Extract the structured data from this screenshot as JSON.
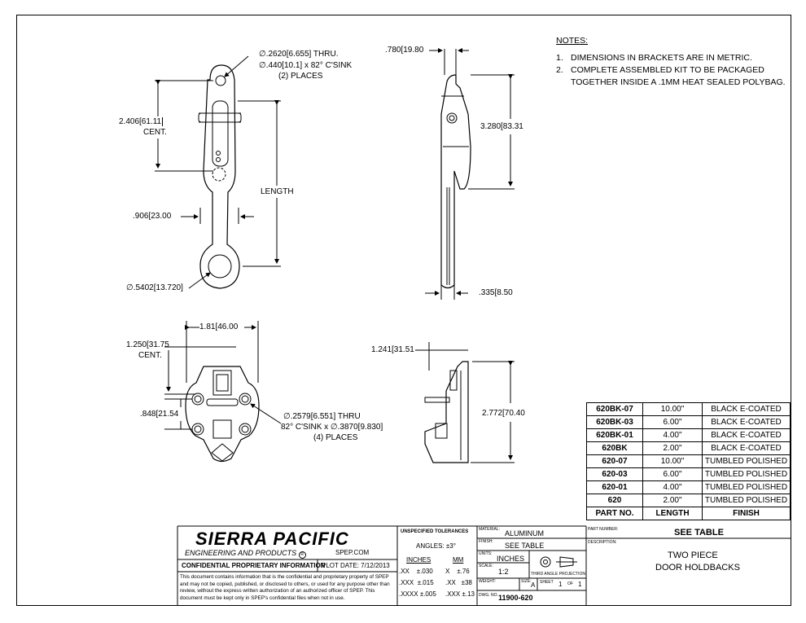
{
  "notes": {
    "heading": "NOTES:",
    "items": [
      {
        "num": "1.",
        "text": "DIMENSIONS IN BRACKETS ARE IN METRIC."
      },
      {
        "num": "2.",
        "text": "COMPLETE ASSEMBLED KIT TO BE PACKAGED"
      },
      {
        "num": "",
        "text": "TOGETHER INSIDE A .1MM HEAT SEALED POLYBAG."
      }
    ]
  },
  "dims": {
    "hole_dia": "∅.2620[6.655] THRU.",
    "csink": "∅.440[10.1] x 82° C'SINK",
    "places2": "(2) PLACES",
    "cent_2406": "2.406[61.11",
    "cent_label": "CENT.",
    "length": "LENGTH",
    "w906": ".906[23.00",
    "eye_dia": "∅.5402[13.720]",
    "d780": ".780[19.80",
    "d3280": "3.280[83.31",
    "d335": ".335[8.50",
    "d181": "1.81[46.00",
    "d1250": "1.250[31.75",
    "cent_label2": "CENT.",
    "d848": ".848[21.54",
    "hole4_a": "∅.2579[6.551] THRU",
    "hole4_b": "82° C'SINK  x  ∅.3870[9.830]",
    "places4": "(4) PLACES",
    "d1241": "1.241[31.51",
    "d2772": "2.772[70.40"
  },
  "parts_table": {
    "rows": [
      [
        "620BK-07",
        "10.00\"",
        "BLACK E-COATED"
      ],
      [
        "620BK-03",
        "6.00\"",
        "BLACK E-COATED"
      ],
      [
        "620BK-01",
        "4.00\"",
        "BLACK E-COATED"
      ],
      [
        "620BK",
        "2.00\"",
        "BLACK E-COATED"
      ],
      [
        "620-07",
        "10.00\"",
        "TUMBLED POLISHED"
      ],
      [
        "620-03",
        "6.00\"",
        "TUMBLED POLISHED"
      ],
      [
        "620-01",
        "4.00\"",
        "TUMBLED POLISHED"
      ],
      [
        "620",
        "2.00\"",
        "TUMBLED POLISHED"
      ]
    ],
    "header": [
      "PART NO.",
      "LENGTH",
      "FINISH"
    ]
  },
  "title_block": {
    "company": "SIERRA PACIFIC",
    "company_sub": "ENGINEERING AND PRODUCTS",
    "registered": "R",
    "website": "SPEP.COM",
    "confidential_title": "CONFIDENTIAL PROPRIETARY INFORMATION",
    "plot_date": "PLOT DATE: 7/12/2013",
    "confidential_body": "This document contains information that is the confidential and proprietary property of SPEP and may not be copied, published, or disclosed to others, or used for any purpose other than review, without the express written authorization of an authorized officer of SPEP. This document must be kept only in SPEP's confidential files when not in use.",
    "tol_title": "UNSPECIFIED TOLERANCES",
    "angles": "ANGLES: ±3°",
    "inches_h": "INCHES",
    "mm_h": "MM",
    "tol_in": [
      [
        ".XX",
        "±.030"
      ],
      [
        ".XXX",
        "±.015"
      ],
      [
        ".XXXX",
        "±.005"
      ]
    ],
    "tol_mm": [
      [
        "X",
        "±.76"
      ],
      [
        ".XX",
        "±38"
      ],
      [
        ".XXX",
        "±.13"
      ]
    ],
    "material_label": "MATERIAL:",
    "material": "ALUMINUM",
    "finish_label": "FINISH:",
    "finish": "SEE TABLE",
    "units_label": "UNITS:",
    "units": "INCHES",
    "scale_label": "SCALE:",
    "scale": "1:2",
    "projection": "THIRD ANGLE PROJECTION",
    "weight_label": "WEIGHT:",
    "size_label": "SIZE:",
    "size": "A",
    "sheet_label": "SHEET",
    "sheet": "1",
    "of_label": "OF",
    "sheet_of": "1",
    "dwg_label": "DWG. NO.",
    "dwg_no": "11900-620",
    "partnum_label": "PART NUMBER:",
    "partnum": "SEE TABLE",
    "desc_label": "DESCRIPTION:",
    "desc1": "TWO PIECE",
    "desc2": "DOOR HOLDBACKS"
  }
}
